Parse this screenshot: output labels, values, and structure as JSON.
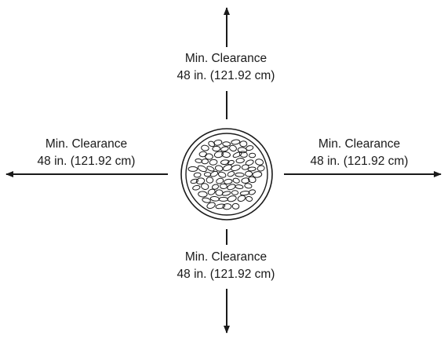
{
  "diagram": {
    "labels": {
      "top": {
        "title": "Min. Clearance",
        "measure": "48 in. (121.92 cm)"
      },
      "left": {
        "title": "Min. Clearance",
        "measure": "48 in. (121.92 cm)"
      },
      "right": {
        "title": "Min. Clearance",
        "measure": "48 in. (121.92 cm)"
      },
      "bottom": {
        "title": "Min. Clearance",
        "measure": "48 in. (121.92 cm)"
      }
    },
    "center_icon": "fire-pit-with-stones-icon",
    "stroke_color": "#1a1a1a",
    "background_color": "#ffffff"
  }
}
